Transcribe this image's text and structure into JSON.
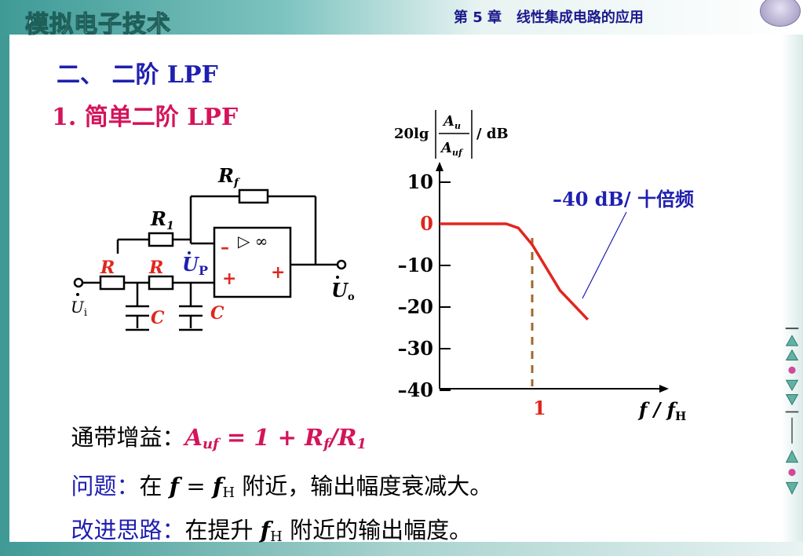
{
  "header": {
    "course_title": "模拟电子技术",
    "chapter": "第 5 章   线性集成电路的应用"
  },
  "section": {
    "title": "二、 二阶 LPF",
    "subtitle": "1. 简单二阶 LPF"
  },
  "circuit": {
    "rf": "R",
    "rf_sub": "f",
    "r1": "R",
    "r1_sub": "1",
    "r_a": "R",
    "r_b": "R",
    "c_a": "C",
    "c_b": "C",
    "up": "U",
    "up_sub": "P",
    "ui": "U",
    "ui_sub": "i",
    "uo": "U",
    "uo_sub": "o",
    "minus": "–",
    "plus_in": "+",
    "plus_out": "+",
    "tri": "▷ ∞"
  },
  "chart_data": {
    "type": "line",
    "ylabel_prefix": "20lg",
    "ylabel_num": "A",
    "ylabel_num_sub": "u",
    "ylabel_den": "A",
    "ylabel_den_sub": "uf",
    "ylabel_unit": "/ dB",
    "xlabel": "f / f",
    "xlabel_sub": "H",
    "y_ticks": [
      "10",
      "0",
      "–10",
      "–20",
      "–30",
      "–40"
    ],
    "y_tick_values": [
      10,
      0,
      -10,
      -20,
      -30,
      -40
    ],
    "x_tick_label": "1",
    "annotation": "–40 dB/ 十倍频",
    "series": [
      {
        "points": [
          [
            0.0,
            0
          ],
          [
            0.72,
            0
          ],
          [
            0.85,
            -1
          ],
          [
            1.0,
            -5
          ],
          [
            1.3,
            -16
          ],
          [
            1.6,
            -23
          ]
        ]
      }
    ],
    "marker_x": 1,
    "colors": {
      "curve": "#e0261e",
      "zero_label": "#e0261e",
      "marker": "#a0682a",
      "annotation": "#1f1fb0"
    }
  },
  "text": {
    "gain_label": "通带增益：",
    "gain_formula": "A",
    "gain_sub": "uf",
    "gain_rest1": " = 1 + R",
    "gain_sub2": "f",
    "gain_rest2": "/R",
    "gain_sub3": "1",
    "problem_label": "问题：",
    "problem_text1": "在 ",
    "problem_f": "f",
    "problem_eq": " = ",
    "problem_fh": "f",
    "problem_fh_sub": "H",
    "problem_text2": " 附近，输出幅度衰减大。",
    "improve_label": "改进思路：",
    "improve_text1": "在提升 ",
    "improve_fh": "f",
    "improve_fh_sub": "H",
    "improve_text2": " 附近的输出幅度。"
  }
}
